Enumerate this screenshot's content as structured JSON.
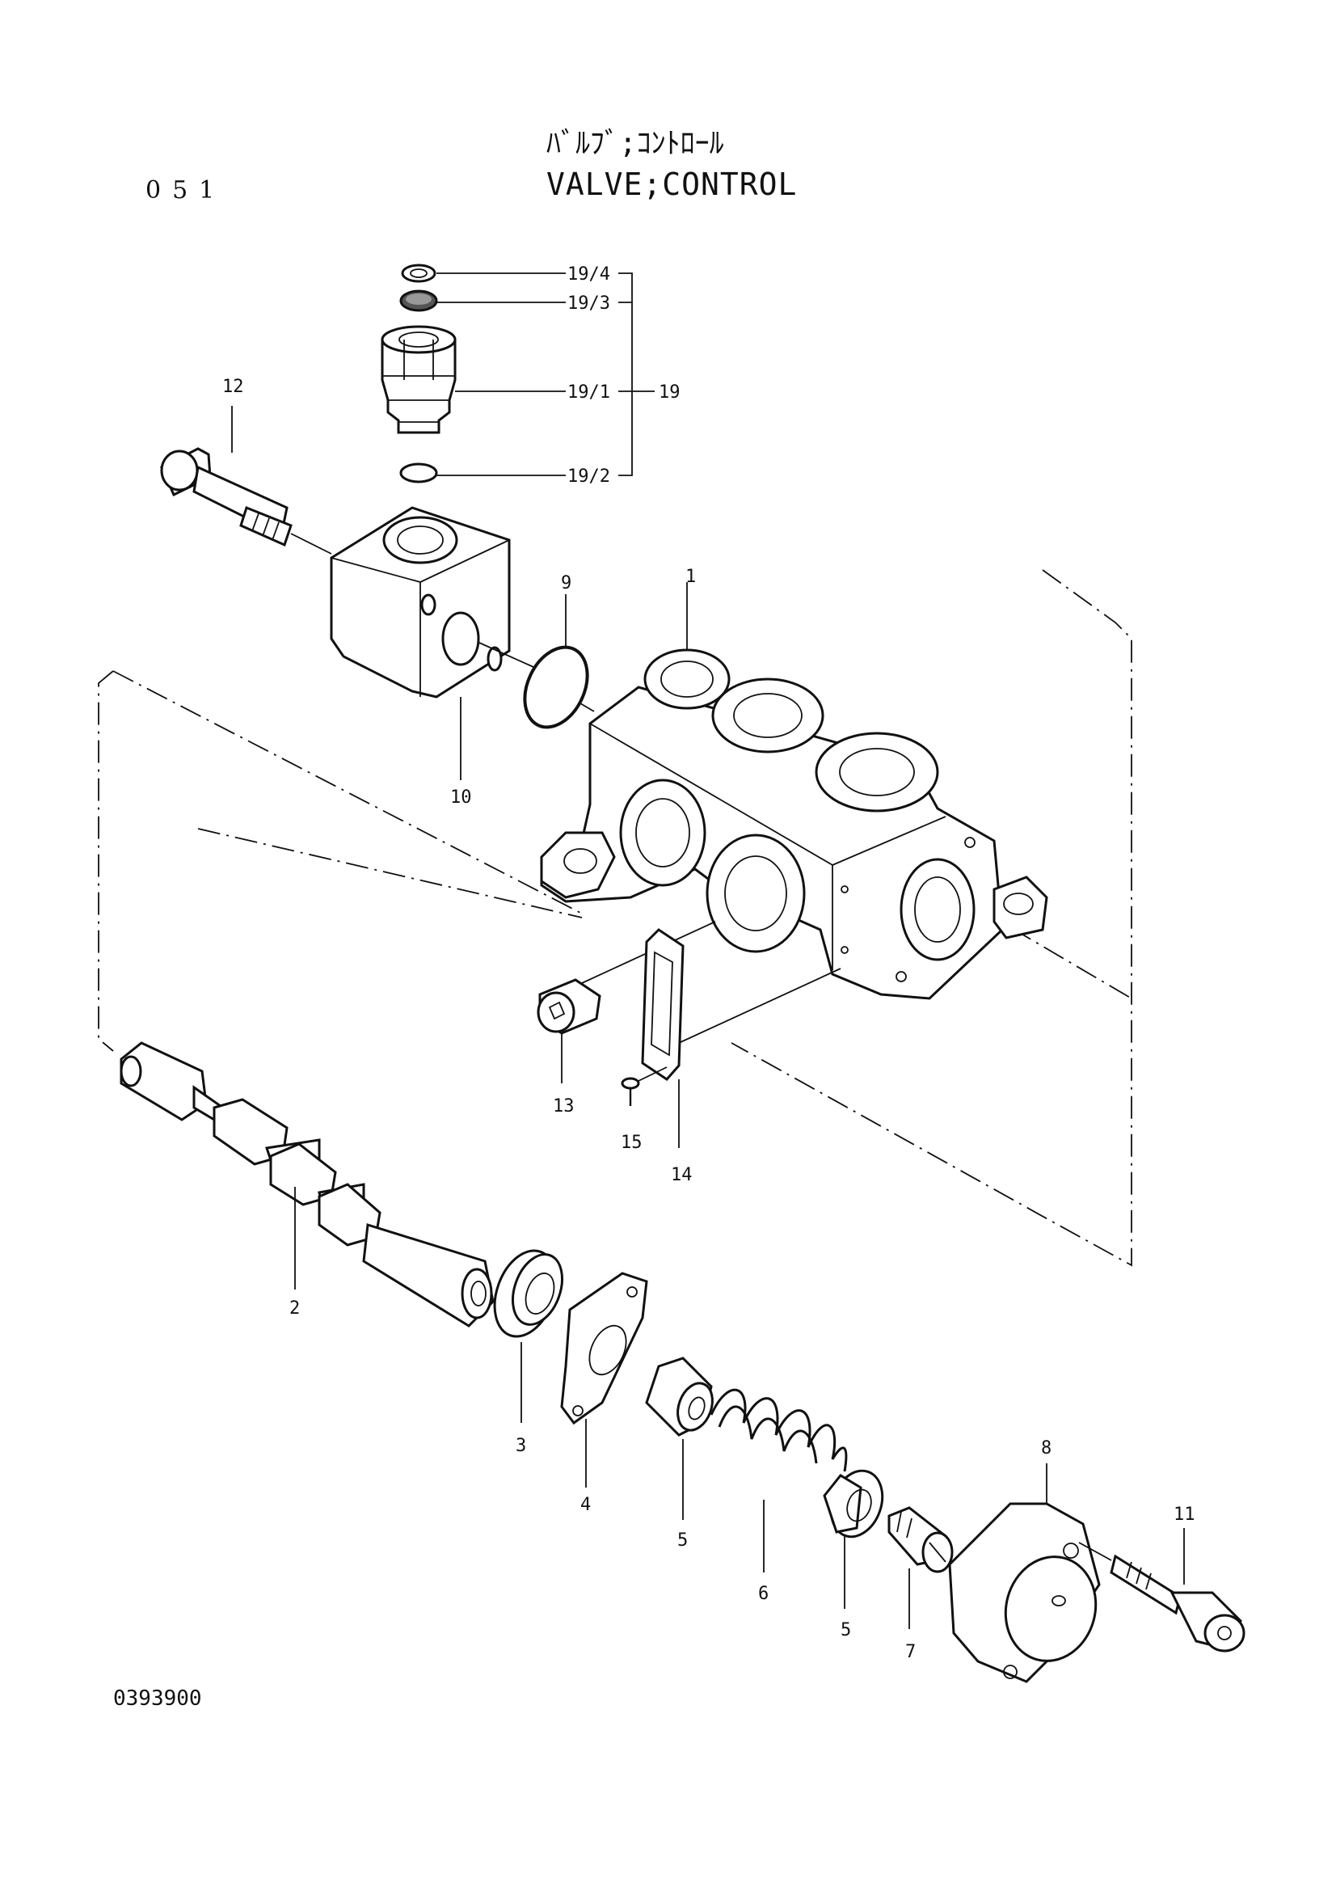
{
  "header": {
    "page_number": "051",
    "title_jp": "ﾊﾞﾙﾌﾞ;ｺﾝﾄﾛｰﾙ",
    "title_en": "VALVE;CONTROL"
  },
  "footer": {
    "figure_code": "0393900"
  },
  "callouts": {
    "p1": "1",
    "p2": "2",
    "p3": "3",
    "p4": "4",
    "p5a": "5",
    "p5b": "5",
    "p6": "6",
    "p7": "7",
    "p8": "8",
    "p9": "9",
    "p10": "10",
    "p11": "11",
    "p12": "12",
    "p13": "13",
    "p14": "14",
    "p15": "15",
    "p19": "19",
    "p19_1": "19/1",
    "p19_2": "19/2",
    "p19_3": "19/3",
    "p19_4": "19/4"
  }
}
